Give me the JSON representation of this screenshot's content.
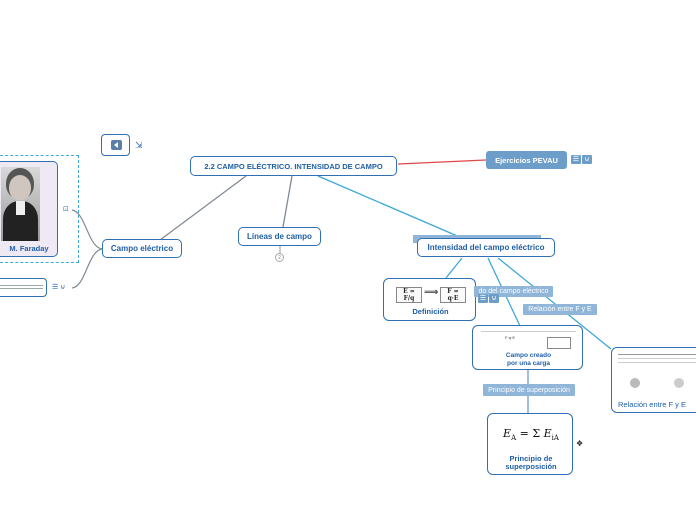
{
  "colors": {
    "node_border": "#2f6fb3",
    "node_text": "#1f5fa6",
    "edge_gray": "#808a94",
    "edge_blue": "#3ea8d8",
    "edge_red": "#e04848",
    "tag_bg": "#8fb5d8",
    "pill_bg": "#6d9ec9"
  },
  "central": {
    "label": "2.2 CAMPO ELÉCTRICO. INTENSIDAD DE CAMPO"
  },
  "faraday": {
    "caption": "M. Faraday"
  },
  "nodes": {
    "campo_electrico": "Campo eléctrico",
    "lineas_de_campo": "Líneas de campo",
    "intensidad": "Intensidad del campo eléctrico",
    "definicion": "Definición",
    "campo_creado_1": "Campo creado",
    "campo_creado_2": "por una carga",
    "relacion": "Relación entre F y E",
    "principio_1": "Principio de",
    "principio_2": "superposición",
    "ejercicios": "Ejercicios PEVAU"
  },
  "tags": {
    "definicion_tag": "do del campo eléctrico",
    "relacion_tag": "Relación entre F y E",
    "principio_tag": "Principio de superposición"
  },
  "counters": {
    "lineas_de_campo": "2"
  },
  "formulas": {
    "superposicion_lhs": "E",
    "superposicion_lhs_sub": "A",
    "superposicion_eq": "= Σ",
    "superposicion_rhs": "E",
    "superposicion_rhs_sub": "iA",
    "definicion_a": "E = F/q",
    "definicion_b": "F = q·E"
  },
  "icons": {
    "back": "triangle-left-icon",
    "collapse": "arrows-in-icon",
    "note": "notes-icon",
    "link": "attachment-icon",
    "expand": "chevron-icon"
  }
}
